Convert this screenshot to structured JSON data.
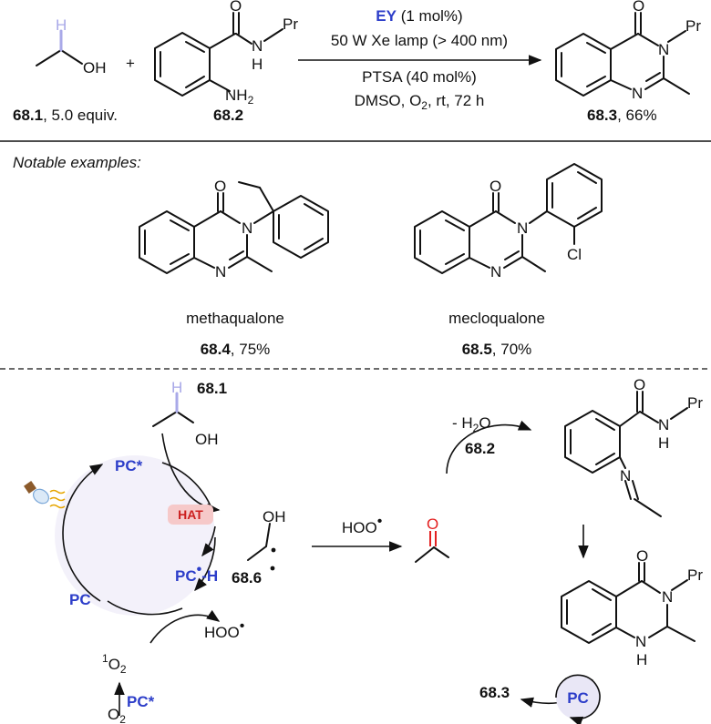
{
  "colors": {
    "pc_blue": "#2d3ec9",
    "h_highlight": "#a9a9e8",
    "carbonyl_red": "#e32020",
    "cycle_fill": "#f3f1fa",
    "hat_badge": "#f6c9c9",
    "hat_text": "#cc1f1f",
    "pc_badge_fill": "#e9e7f6"
  },
  "reaction": {
    "conditions": {
      "catalyst_name": "EY",
      "catalyst_loading": " (1 mol%)",
      "light": "50 W Xe lamp (> 400 nm)",
      "additive": "PTSA (40 mol%)",
      "solvent_prefix": "DMSO, O",
      "solvent_sub": "2",
      "solvent_suffix": ", rt, 72 h"
    },
    "reactant1": {
      "num": "68.1",
      "suffix": ", 5.0 equiv.",
      "atoms": {
        "h": "H",
        "oh": "OH"
      }
    },
    "plus": "+",
    "reactant2": {
      "num": "68.2",
      "atoms": {
        "o": "O",
        "n": "N",
        "pr": "Pr",
        "h": "H",
        "nh2": "NH",
        "nh2_sub": "2"
      }
    },
    "product": {
      "num": "68.3",
      "suffix": ", 66%",
      "atoms": {
        "o": "O",
        "n3": "N",
        "pr": "Pr",
        "n1": "N"
      }
    }
  },
  "examples": {
    "heading": "Notable examples:",
    "items": [
      {
        "name": "methaqualone",
        "num": "68.4",
        "suffix": ", 75%",
        "atoms": {
          "o": "O",
          "n3": "N",
          "n1": "N"
        }
      },
      {
        "name": "mecloqualone",
        "num": "68.5",
        "suffix": ", 70%",
        "atoms": {
          "o": "O",
          "n3": "N",
          "n1": "N",
          "cl": "Cl"
        }
      }
    ]
  },
  "mechanism": {
    "pc_star": "PC*",
    "pc": "PC",
    "pc_h_main": "PC",
    "pc_h_suffix": "-H",
    "hat": "HAT",
    "ethanol_num": "68.1",
    "ethanol_atoms": {
      "h": "H",
      "oh": "OH"
    },
    "radical_num": "68.6",
    "radical_atoms": {
      "oh": "OH"
    },
    "hoo_text": "HOO",
    "aldehyde_atoms": {
      "o": "O"
    },
    "water_loss": "- H",
    "water_sub": "2",
    "water_o": "O",
    "imine_reagent": "68.2",
    "imine_atoms": {
      "o": "O",
      "n": "N",
      "h": "H",
      "pr": "Pr",
      "n_im": "N"
    },
    "dihydro_atoms": {
      "o": "O",
      "n3": "N",
      "pr": "Pr",
      "n1": "N",
      "h": "H"
    },
    "singlet_o2_sup": "1",
    "singlet_o2": "O",
    "singlet_o2_sub": "2",
    "o2": "O",
    "o2_sub": "2",
    "pc_star_bottom": "PC*",
    "product_num": "68.3",
    "pc_circle": "PC"
  }
}
